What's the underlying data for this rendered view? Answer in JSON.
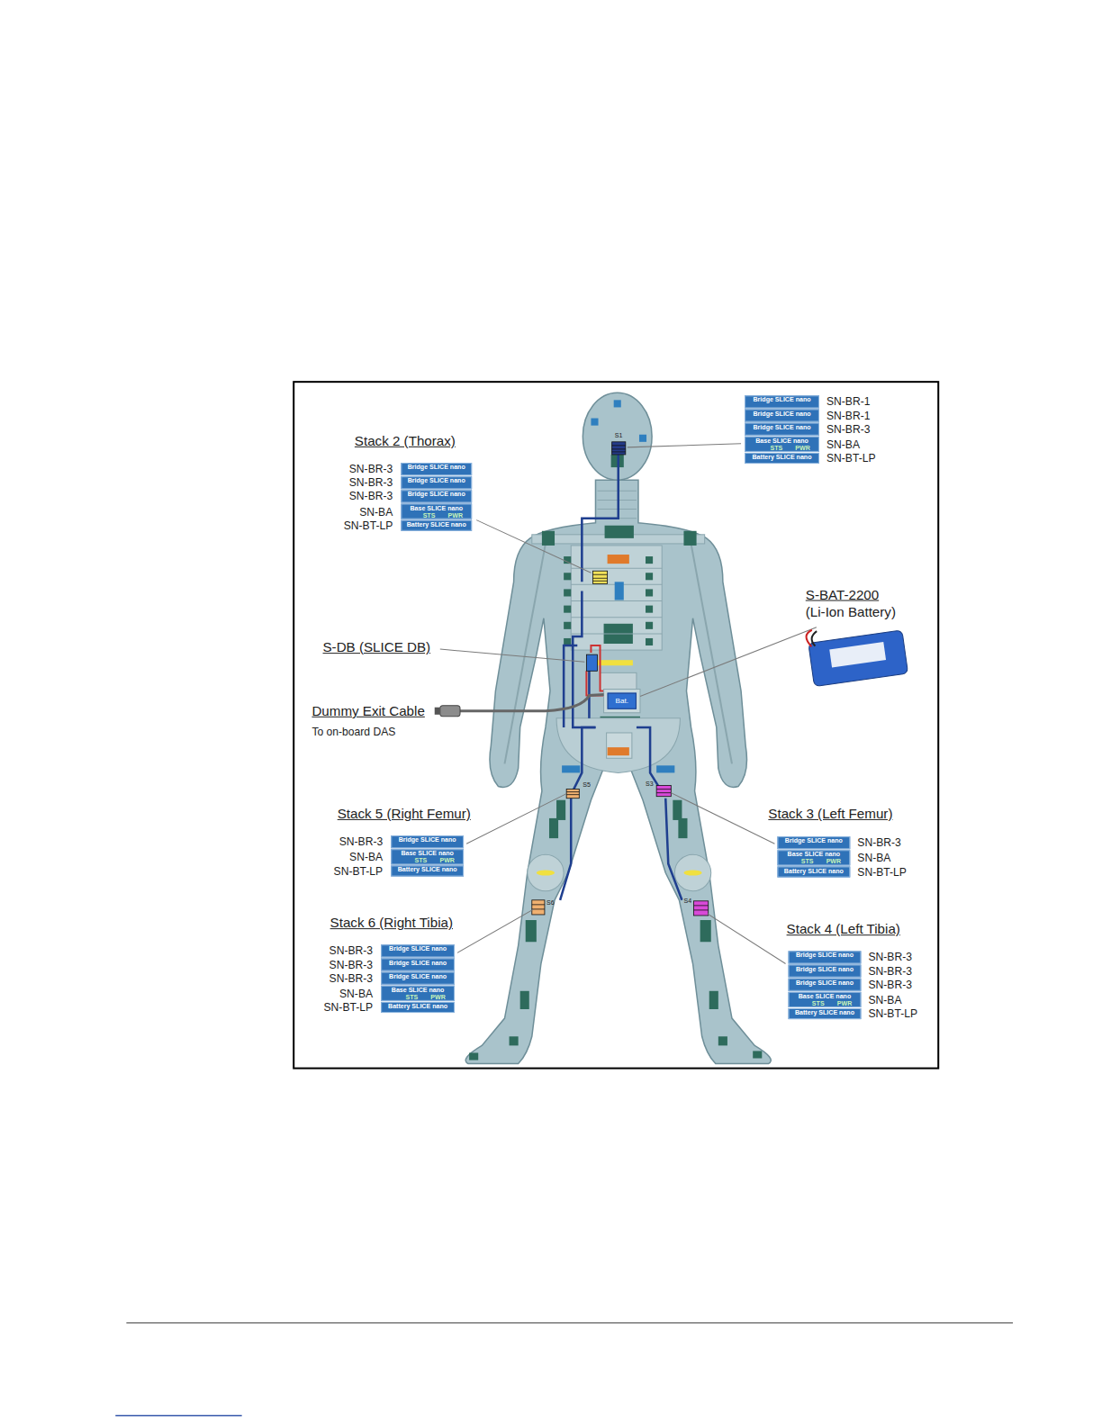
{
  "diagram": {
    "nodes": [
      {
        "text": [
          "Bridge SLICE nano",
          "SN-BR-1"
        ]
      },
      {
        "text": [
          "Bridge SLICE nano",
          "SN-BR-1"
        ]
      },
      {
        "text": [
          "Bridge SLICE nano",
          "SN-BR-3"
        ]
      },
      {
        "text": [
          "Base SLICE nano",
          "STS",
          "PWR",
          "SN-BA"
        ]
      },
      {
        "text": [
          "Battery SLICE nano",
          "SN-BT-LP"
        ]
      },
      {
        "text": [
          "Stack 2 (Thorax)"
        ]
      },
      {
        "text": [
          "Bridge SLICE nano",
          "SN-BR-3"
        ],
        "in": 5
      },
      {
        "text": [
          "Bridge SLICE nano",
          "SN-BR-3"
        ],
        "in": 5
      },
      {
        "text": [
          "Bridge SLICE nano",
          "SN-BR-3"
        ],
        "in": 5
      },
      {
        "text": [
          "Base SLICE nano",
          "STS",
          "PWR",
          "SN-BA"
        ],
        "in": 5
      },
      {
        "text": [
          "Battery SLICE nano",
          "SN-BT-LP"
        ],
        "in": 5
      },
      {
        "text": [
          "Bat."
        ]
      },
      {
        "text": [
          "Stack 5 (Right Femur)"
        ]
      },
      {
        "text": [
          "Bridge SLICE nano",
          "SN-BR-3"
        ],
        "in": 12
      },
      {
        "text": [
          "Base SLICE nano",
          "STS",
          "PWR",
          "SN-BA"
        ],
        "in": 12
      },
      {
        "text": [
          "Battery SLICE nano",
          "SN-BT-LP"
        ],
        "in": 12
      },
      {
        "text": [
          "Stack 3 (Left Femur)"
        ]
      },
      {
        "text": [
          "Bridge SLICE nano",
          "SN-BR-3"
        ],
        "in": 16
      },
      {
        "text": [
          "Base SLICE nano",
          "STS",
          "PWR",
          "SN-BA"
        ],
        "in": 16
      },
      {
        "text": [
          "Battery SLICE nano",
          "SN-BT-LP"
        ],
        "in": 16
      },
      {
        "text": [
          "Stack 6 (Right Tibia)"
        ]
      },
      {
        "text": [
          "Bridge SLICE nano",
          "SN-BR-3"
        ],
        "in": 20
      },
      {
        "text": [
          "Bridge SLICE nano",
          "SN-BR-3"
        ],
        "in": 20
      },
      {
        "text": [
          "Bridge SLICE nano",
          "SN-BR-3"
        ],
        "in": 20
      },
      {
        "text": [
          "Base SLICE nano",
          "STS",
          "PWR",
          "SN-BA"
        ],
        "in": 20
      },
      {
        "text": [
          "Battery SLICE nano",
          "SN-BT-LP"
        ],
        "in": 20
      },
      {
        "text": [
          "Stack 4 (Left Tibia)"
        ]
      },
      {
        "text": [
          "Bridge SLICE nano",
          "SN-BR-3"
        ],
        "in": 26
      },
      {
        "text": [
          "Bridge SLICE nano",
          "SN-BR-3"
        ],
        "in": 26
      },
      {
        "text": [
          "Bridge SLICE nano",
          "SN-BR-3"
        ],
        "in": 26
      },
      {
        "text": [
          "Base SLICE nano",
          "STS",
          "PWR",
          "SN-BA"
        ],
        "in": 26
      },
      {
        "text": [
          "Battery SLICE nano",
          "SN-BT-LP"
        ],
        "in": 26
      }
    ],
    "labels": [
      "S1",
      "S-BAT-2200",
      "(Li-Ion Battery)",
      "S-DB (SLICE DB)",
      "Dummy Exit Cable",
      "To on-board DAS",
      "S5",
      "S3",
      "S6",
      "S4"
    ]
  }
}
